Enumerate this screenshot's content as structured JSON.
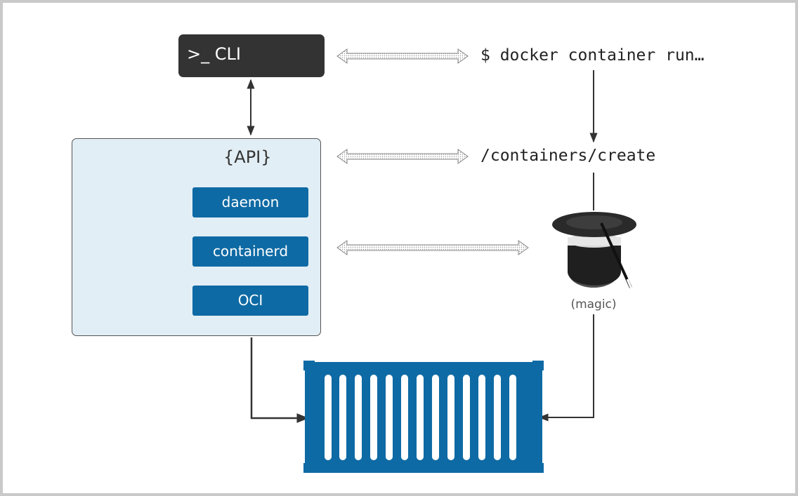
{
  "cli": {
    "label": ">_ CLI"
  },
  "commands": {
    "run": "$ docker container run…",
    "api_endpoint": "/containers/create"
  },
  "engine": {
    "api_label": "{API}",
    "layers": [
      "daemon",
      "containerd",
      "OCI"
    ]
  },
  "magic": {
    "label": "(magic)"
  },
  "icons": {
    "engine_logo": "docker-whale-engine-icon",
    "magic": "magic-top-hat-icon",
    "container": "shipping-container-icon"
  },
  "colors": {
    "cli_bg": "#333333",
    "engine_bg": "#e1eef5",
    "layer_blue": "#0e6aa4",
    "container_blue": "#0e6aa4"
  }
}
